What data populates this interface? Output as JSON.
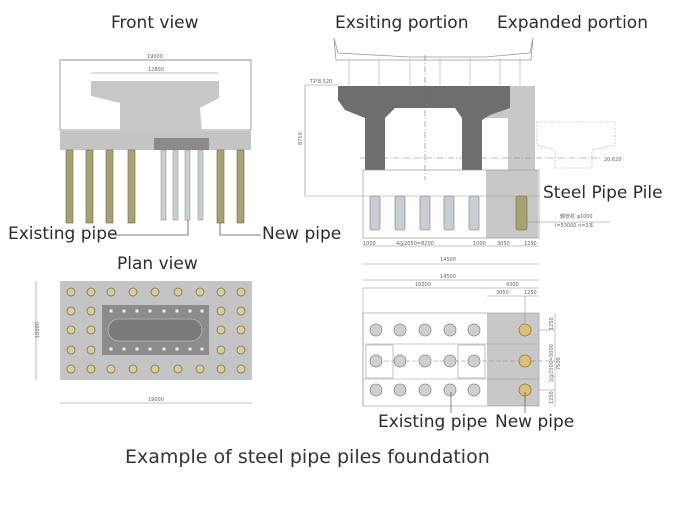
{
  "front_view": {
    "title": "Front view",
    "dim_total": "19000",
    "dim_top": "12800",
    "label_existing": "Existing pipe",
    "label_new": "New pipe"
  },
  "plan_view": {
    "title": "Plan view",
    "dim_width": "19000",
    "dim_height": "10000"
  },
  "section_view": {
    "label_existing_portion": "Exsiting portion",
    "label_expanded_portion": "Expanded portion",
    "label_steel_pipe_pile": "Steel Pipe Pile",
    "level_mark": "T.P.8.520",
    "dim_vertical": "8710",
    "dims_bottom": [
      "1000",
      "4@2050=8200",
      "1000",
      "3050",
      "1250"
    ],
    "dim_total": "14500",
    "pile_note_1": "鋼管杭 φ1000",
    "pile_note_2": "l=53000 n=3本",
    "ground_mark": "20.620"
  },
  "plan_section": {
    "dim_total": "14500",
    "dim_existing": "10200",
    "dim_expanded": "4300",
    "dim_sub_1": "3050",
    "dim_sub_2": "1250",
    "dim_side_top": "1250",
    "dim_side_mid": "2@2500=5000",
    "dim_side_total": "7500",
    "dim_side_bottom": "1250",
    "label_existing": "Existing pipe",
    "label_new": "New pipe"
  },
  "caption": "Example of steel pipe piles foundation",
  "colors": {
    "concrete_light": "#c8c8c8",
    "concrete_dark": "#6e6e6e",
    "new_pipe": "#a8a272",
    "existing_pipe": "#c9ced4",
    "cap_dark": "#8a8a8a"
  }
}
